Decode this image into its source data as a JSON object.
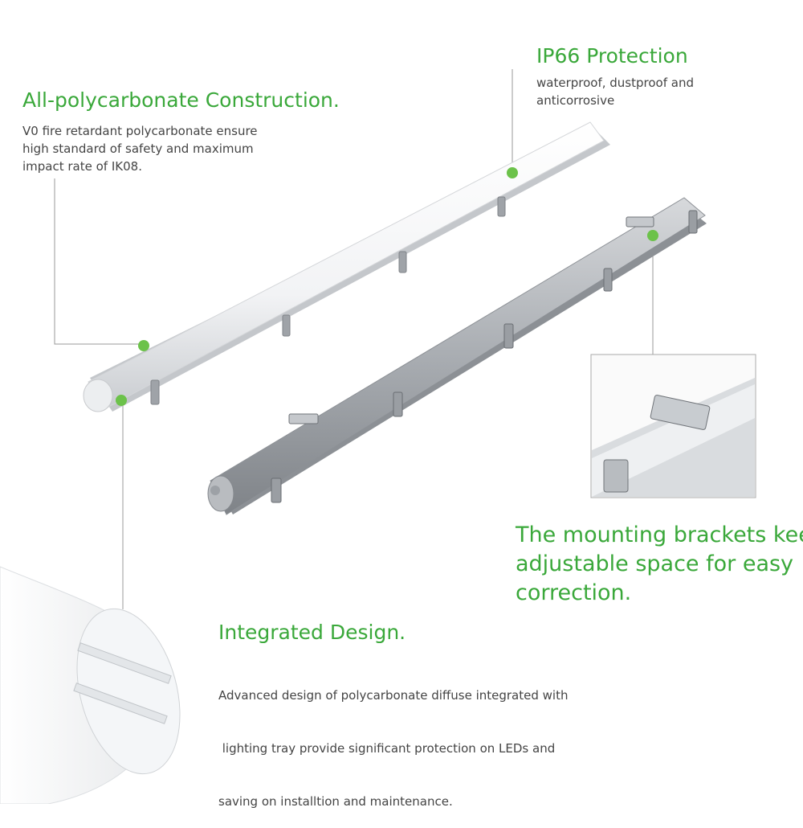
{
  "accent_color": "#3aa83a",
  "features": {
    "construction": {
      "title": "All-polycarbonate Construction.",
      "lines": [
        "V0 fire retardant polycarbonate ensure",
        "high standard of safety and maximum",
        "impact rate of IK08."
      ]
    },
    "protection": {
      "title": "IP66 Protection",
      "lines": [
        "waterproof, dustproof and",
        "anticorrosive"
      ]
    },
    "brackets": {
      "lines": [
        "The mounting brackets keep",
        "adjustable space for easy",
        "correction."
      ]
    },
    "integrated": {
      "title": "Integrated Design.",
      "lines": [
        "Advanced design of polycarbonate diffuse integrated with",
        " lighting tray provide significant protection on LEDs and",
        "saving on installtion and maintenance."
      ]
    }
  }
}
